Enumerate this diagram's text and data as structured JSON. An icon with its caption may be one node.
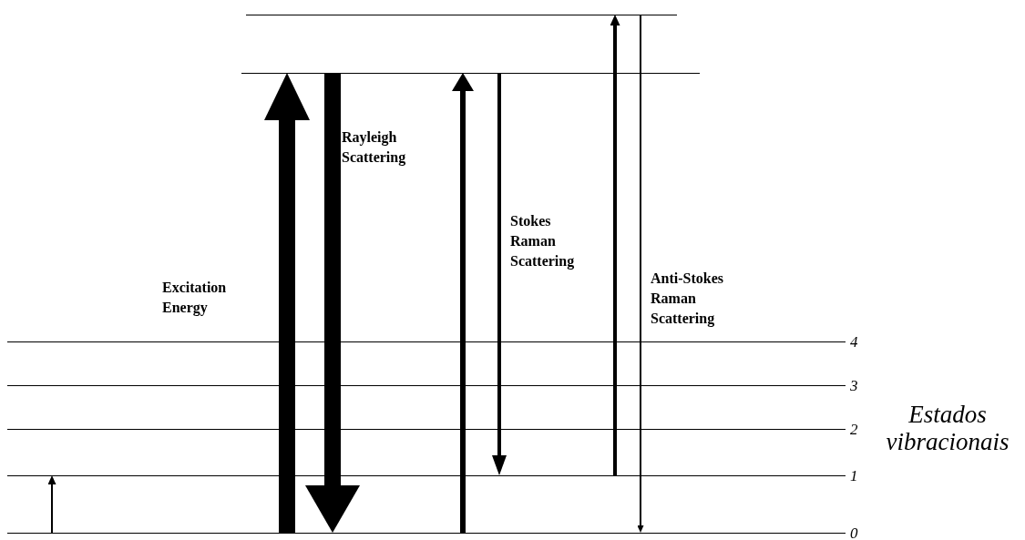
{
  "diagram": {
    "nodes": [
      {
        "text": [
          "0"
        ]
      },
      {
        "text": [
          "1"
        ]
      },
      {
        "text": [
          "2"
        ]
      },
      {
        "text": [
          "3"
        ]
      },
      {
        "text": [
          "4"
        ]
      },
      {
        "text": [],
        "shape": "bar"
      },
      {
        "text": [],
        "shape": "bar"
      }
    ],
    "edges": [
      {
        "from": 0,
        "to": 1,
        "arrow": "to"
      },
      {
        "from": 0,
        "to": 6,
        "arrow": "to",
        "style": "thick",
        "label": "Excitation Energy"
      },
      {
        "from": 6,
        "to": 0,
        "arrow": "to",
        "style": "thick",
        "label": "Rayleigh Scattering"
      },
      {
        "from": 0,
        "to": 6,
        "arrow": "to"
      },
      {
        "from": 6,
        "to": 1,
        "arrow": "to",
        "label": "Stokes Raman Scattering"
      },
      {
        "from": 1,
        "to": 5,
        "arrow": "to"
      },
      {
        "from": 5,
        "to": 0,
        "arrow": "to",
        "label": "Anti-Stokes Raman Scattering"
      }
    ],
    "labels": [
      "Estados vibracionais"
    ]
  }
}
